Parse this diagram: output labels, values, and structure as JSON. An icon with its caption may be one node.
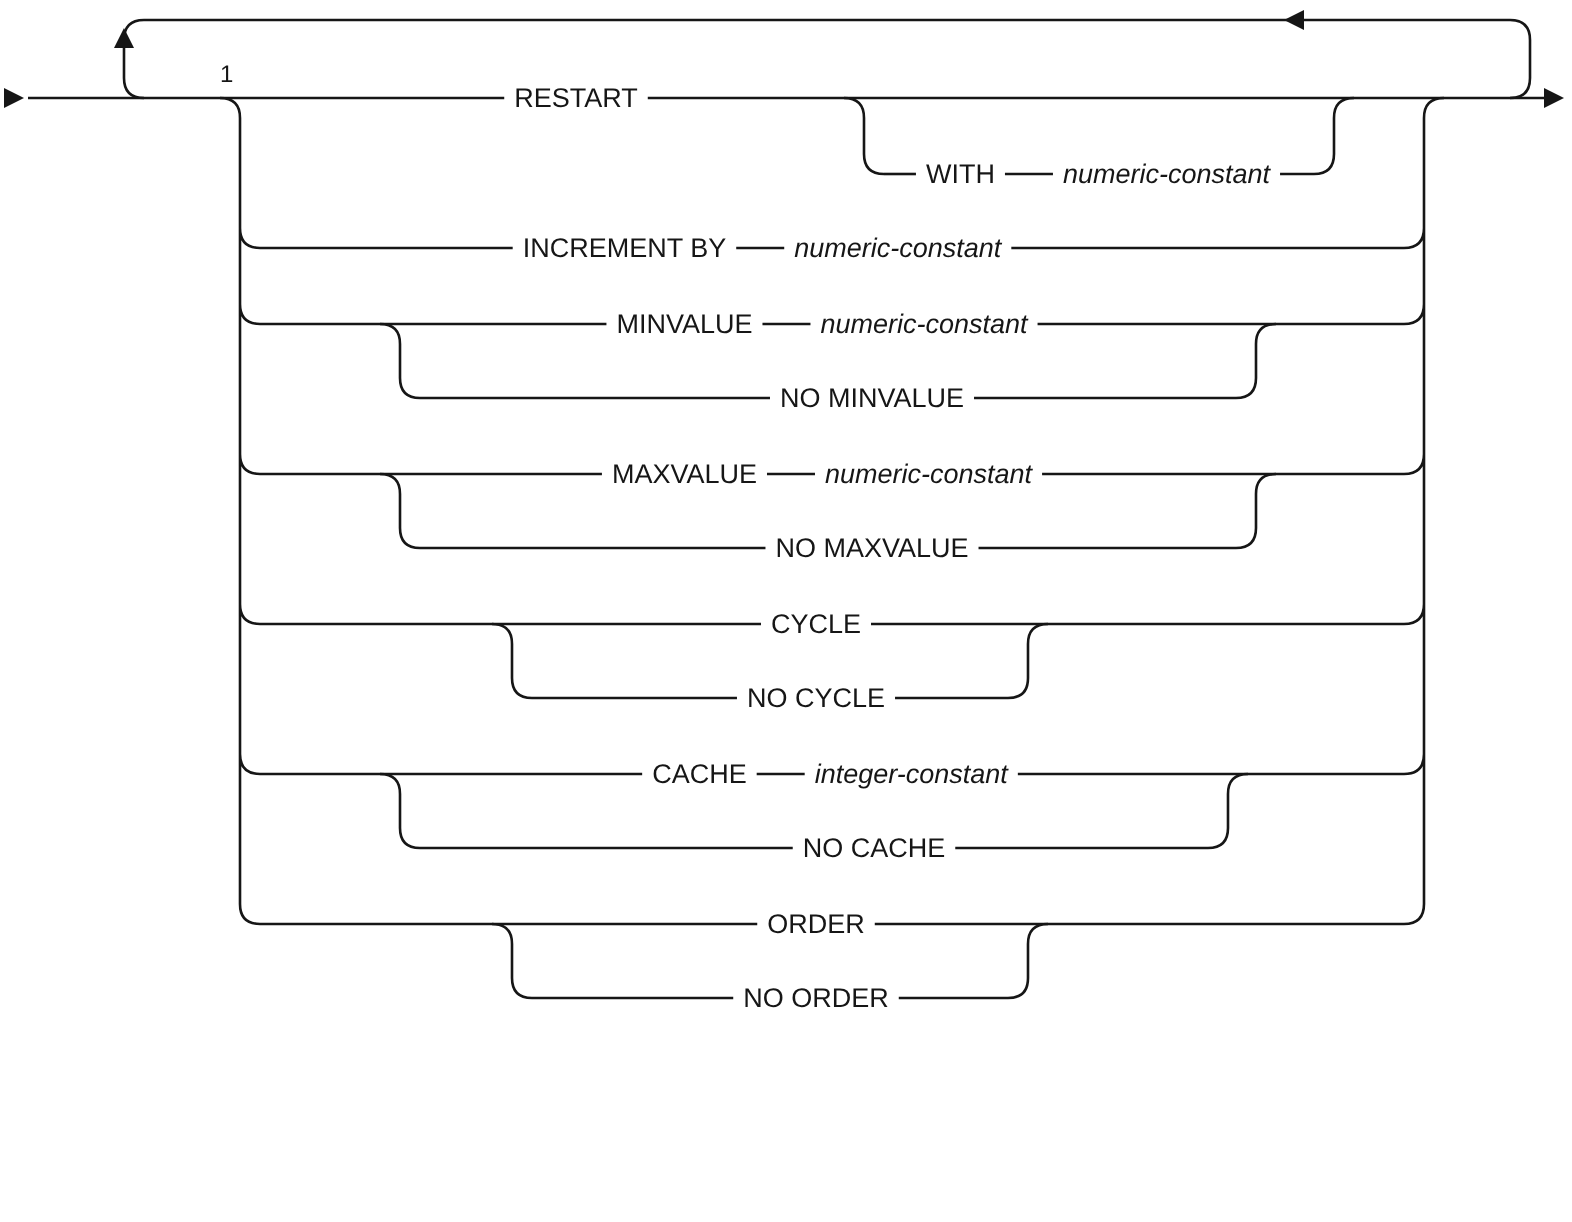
{
  "diagram": {
    "labels": [
      "1",
      "RESTART",
      "WITH",
      "*numeric-constant*",
      "INCREMENT BY",
      "*numeric-constant*",
      "MINVALUE",
      "*numeric-constant*",
      "NO MINVALUE",
      "MAXVALUE",
      "*numeric-constant*",
      "NO MAXVALUE",
      "CYCLE",
      "NO CYCLE",
      "CACHE",
      "*integer-constant*",
      "NO CACHE",
      "ORDER",
      "NO ORDER"
    ]
  }
}
